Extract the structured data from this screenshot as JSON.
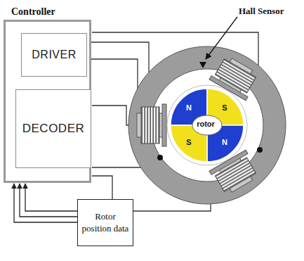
{
  "diagram": {
    "nodes": [
      {
        "text": [
          "Controller"
        ]
      },
      {
        "text": [
          "DRIVER"
        ],
        "in": 0
      },
      {
        "text": [
          "DECODER"
        ],
        "in": 0
      },
      {
        "text": [
          "N",
          "S",
          "rotor",
          "S",
          "N"
        ]
      },
      {
        "text": [
          "Rotor position data"
        ]
      }
    ],
    "edges": [
      {
        "from": 4,
        "to": 0,
        "arrow": "to"
      },
      {
        "from": 4,
        "to": 0,
        "arrow": "to"
      },
      {
        "from": 4,
        "to": 0,
        "arrow": "to"
      }
    ],
    "labels": [
      "Hall Sensor"
    ]
  }
}
